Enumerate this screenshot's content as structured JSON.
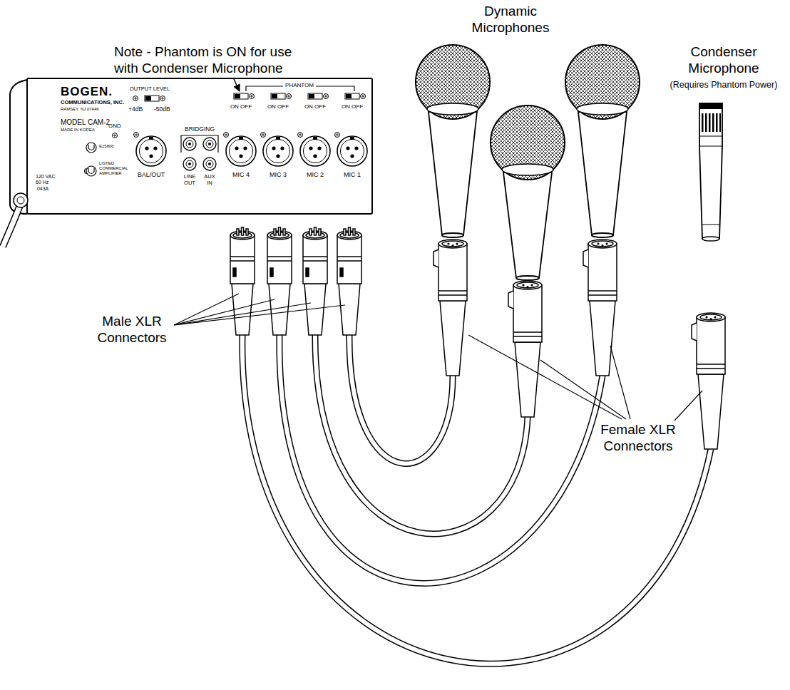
{
  "diagram": {
    "labels": [
      "Note - Phantom is ON for use with Condenser Microphone",
      "Dynamic Microphones",
      "Condenser Microphone",
      "(Requires Phantom Power)",
      "BOGEN.",
      "COMMUNICATIONS, INC.",
      "RAMSEY, NJ 07446",
      "MODEL CAM-2",
      "MADE IN KOREA",
      "OUTPUT LEVEL",
      "+4dB",
      "-50dB",
      "GND",
      "PHANTOM",
      "ON OFF",
      "ON OFF",
      "ON OFF",
      "ON OFF",
      "BRIDGING",
      "120 VAC 60 Hz .043A",
      "E15800",
      "LISTED COMMERCIAL AMPLIFIER",
      "BAL/OUT",
      "LINE OUT",
      "AUX IN",
      "MIC 4",
      "MIC 3",
      "MIC 2",
      "MIC 1",
      "Male XLR Connectors",
      "Female XLR Connectors"
    ]
  }
}
